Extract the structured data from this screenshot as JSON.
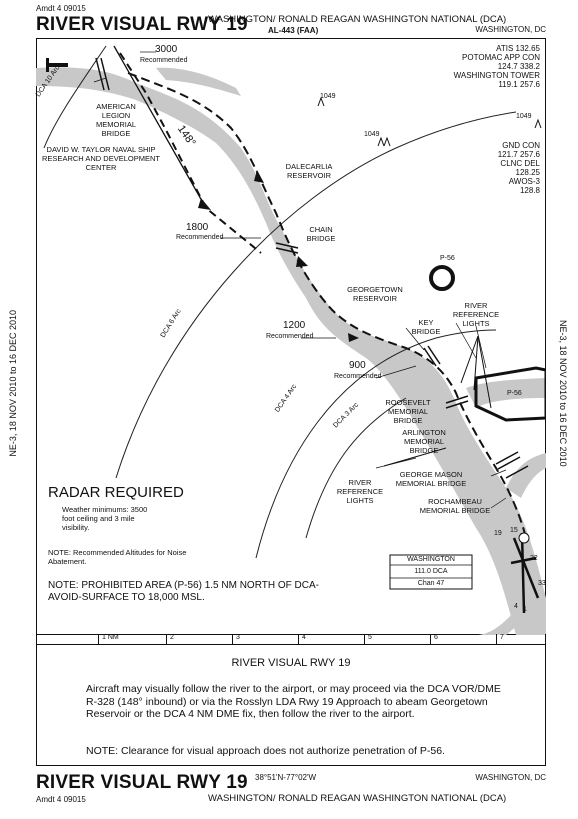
{
  "header": {
    "amendment": "Amdt 4  09015",
    "procedure_title": "RIVER VISUAL RWY 19",
    "airport": "WASHINGTON/ RONALD REAGAN WASHINGTON NATIONAL (DCA)",
    "chart_id": "AL-443 (FAA)",
    "city": "WASHINGTON, DC"
  },
  "side_text": {
    "left": "NE-3, 18 NOV 2010 to 16 DEC 2010",
    "right": "NE-3, 18 NOV 2010 to 16 DEC 2010"
  },
  "frequencies": [
    "ATIS 132.65",
    "POTOMAC APP CON",
    "124.7  338.2",
    "WASHINGTON TOWER",
    "119.1  257.6",
    "GND CON",
    "121.7  257.6",
    "CLNC DEL",
    "128.25",
    "AWOS-3",
    "128.8"
  ],
  "map_labels": {
    "alt_3000": "3000",
    "recommended": "Recommended",
    "course": "148°",
    "arc_10": "DCA 10 Arc",
    "arc_6": "DCA 6 Arc",
    "arc_4": "DCA 4 Arc",
    "arc_3": "DCA 3 Arc",
    "american_legion": "AMERICAN LEGION MEMORIAL BRIDGE",
    "david_taylor": "DAVID W. TAYLOR NAVAL SHIP RESEARCH AND DEVELOPMENT CENTER",
    "obst_1049a": "1049",
    "obst_1049b": "1049",
    "obst_1049c": "1049",
    "dalecarlia": "DALECARLIA RESERVOIR",
    "alt_1800": "1800",
    "chain_bridge": "CHAIN BRIDGE",
    "p56": "P-56",
    "p56b": "P-56",
    "georgetown": "GEORGETOWN RESERVOIR",
    "alt_1200": "1200",
    "key_bridge": "KEY BRIDGE",
    "river_lights": "RIVER REFERENCE LIGHTS",
    "alt_900": "900",
    "roosevelt": "ROOSEVELT MEMORIAL BRIDGE",
    "arlington": "ARLINGTON MEMORIAL BRIDGE",
    "river_lights2": "RIVER REFERENCE LIGHTS",
    "george_mason": "GEORGE MASON MEMORIAL BRIDGE",
    "rochambeau": "ROCHAMBEAU MEMORIAL BRIDGE",
    "radar_required": "RADAR REQUIRED",
    "weather_minimums": "Weather minimums: 3500 foot ceiling and 3 mile visibility.",
    "note_altitudes": "NOTE: Recommended Altitudes for Noise Abatement.",
    "note_prohibited": "NOTE: PROHIBITED AREA (P-56) 1.5 NM NORTH OF DCA-AVOID-SURFACE TO 18,000 MSL.",
    "vor_name": "WASHINGTON",
    "vor_freq": "111.0 DCA",
    "vor_chan": "Chan 47",
    "rwy_15": "15",
    "rwy_19": "19",
    "rwy_22": "22",
    "rwy_33": "33",
    "rwy_4": "4",
    "rwy_1": "1"
  },
  "scale": {
    "labels": [
      "1 NM",
      "2",
      "3",
      "4",
      "5",
      "6",
      "7"
    ]
  },
  "text_section": {
    "title": "RIVER VISUAL RWY 19",
    "paragraph": "Aircraft may visually follow the river to the airport, or may proceed via the DCA VOR/DME R-328 (148° inbound) or via the Rosslyn LDA Rwy 19 Approach to abeam Georgetown Reservoir or the DCA 4 NM DME fix, then follow the river to the airport.",
    "note": "NOTE: Clearance for visual approach does not authorize penetration of P-56."
  },
  "footer": {
    "procedure_title": "RIVER VISUAL RWY 19",
    "coordinates": "38°51'N-77°02'W",
    "city": "WASHINGTON, DC",
    "amendment": "Amdt 4  09015",
    "airport": "WASHINGTON/ RONALD REAGAN WASHINGTON NATIONAL (DCA)"
  }
}
